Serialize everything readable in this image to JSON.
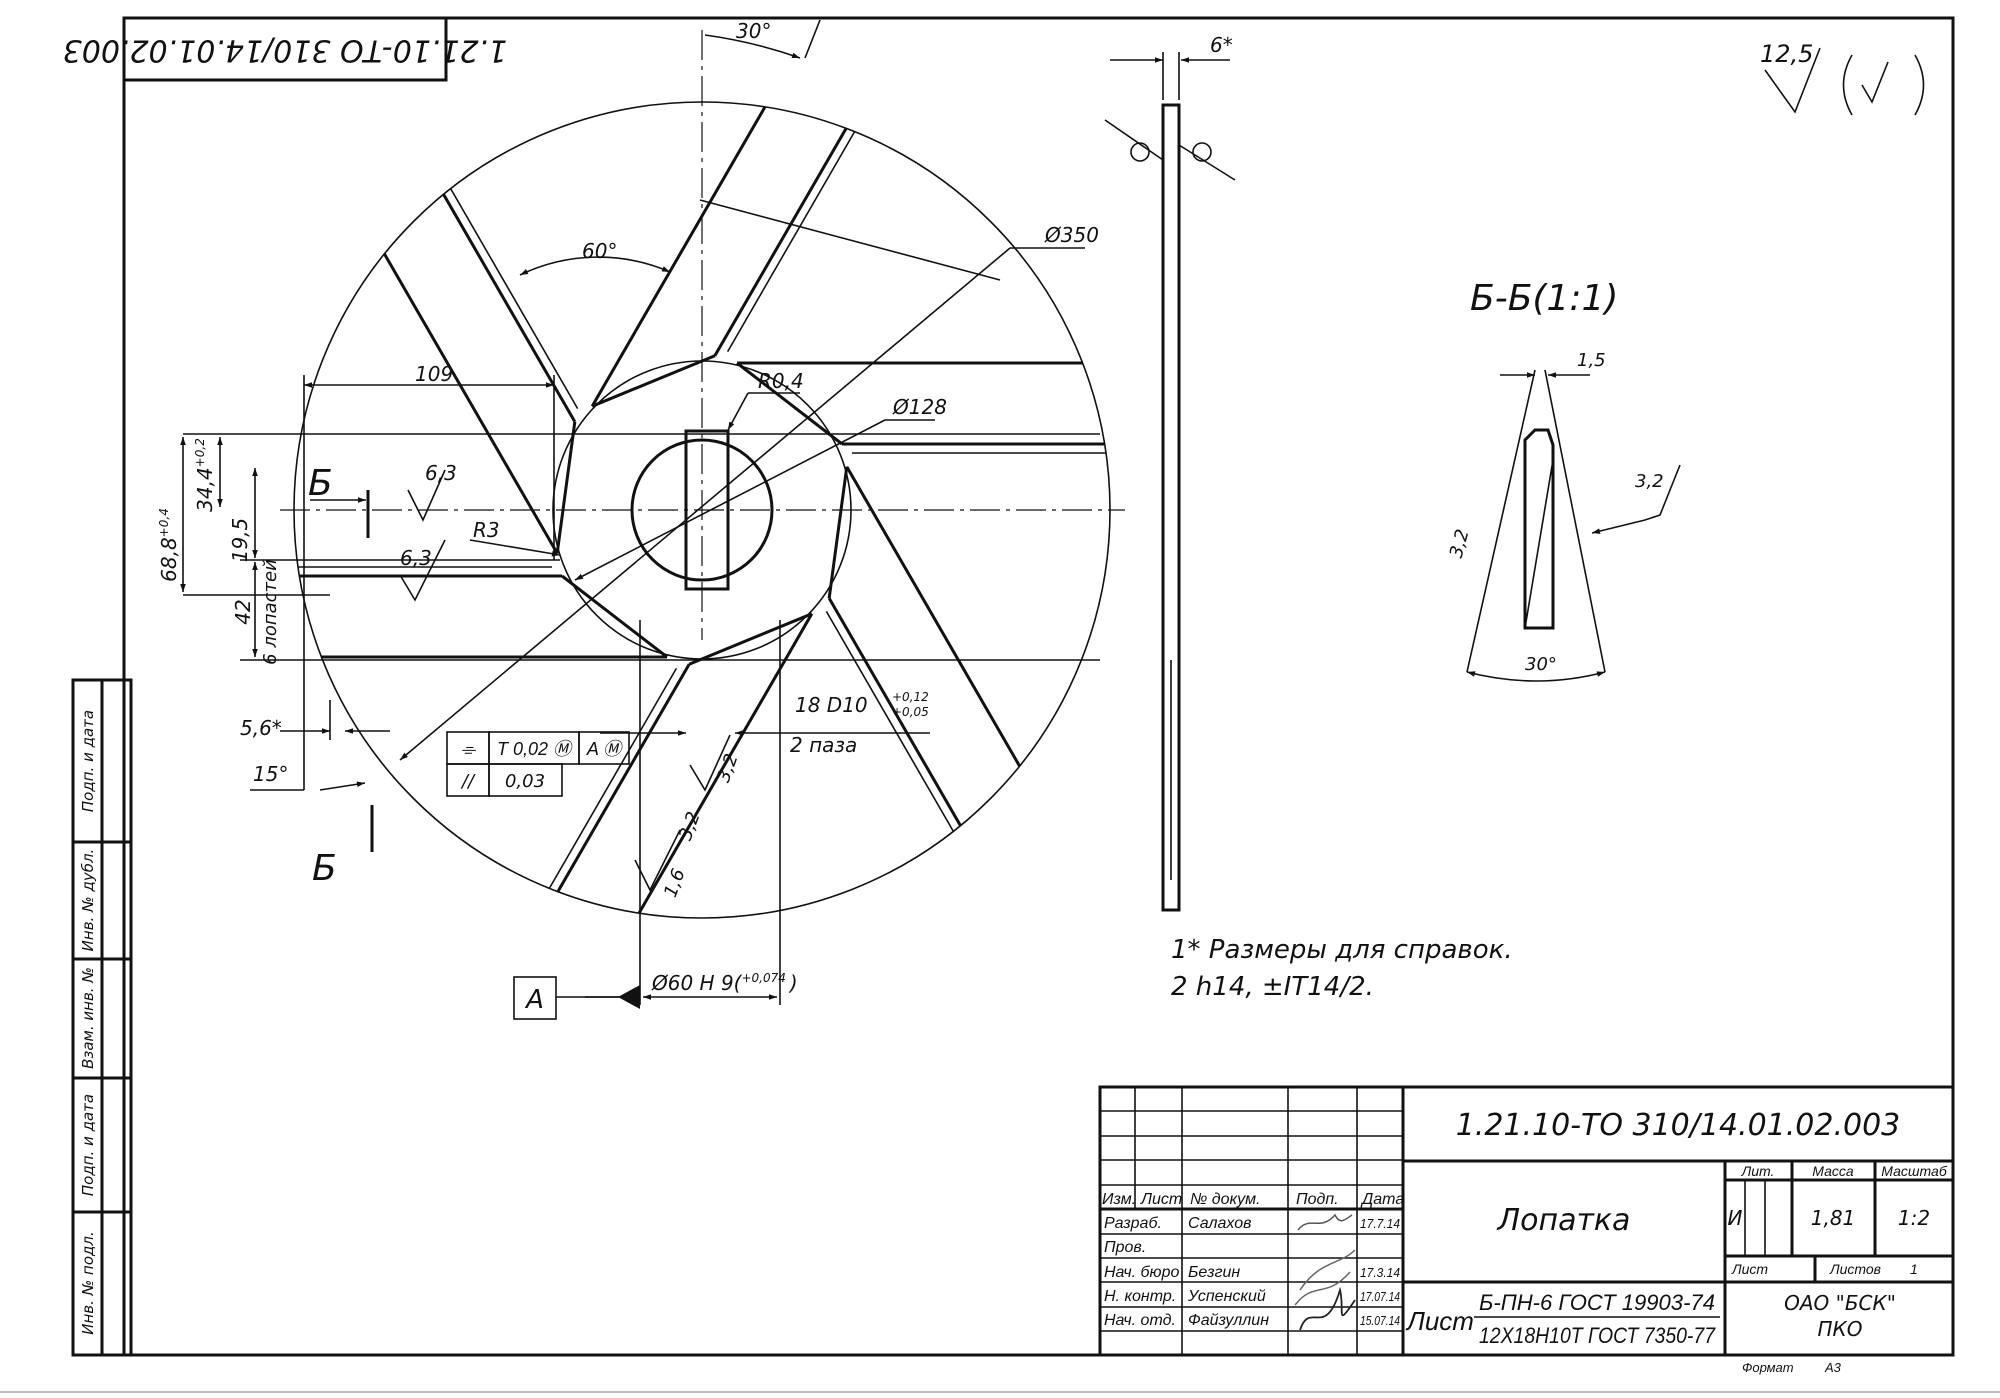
{
  "drawing": {
    "designation": "1.21.10-ТО 310/14.01.02.003",
    "designation_rotated": "1.21.10-ТО 310/14.01.02.003",
    "roughness_general": "12,5",
    "section_title": "Б-Б(1:1)",
    "section_marker": "Б",
    "datum": "A",
    "dims": {
      "angle_top": "30°",
      "thickness_ref": "6*",
      "angle_between": "60°",
      "dia_outer": "Ø350",
      "dia_mid": "Ø128",
      "r04": "R0,4",
      "len109": "109",
      "rough_63_a": "6,3",
      "rough_63_b": "6,3",
      "r3": "R3",
      "h688": "68,8",
      "h688_tol": "+0,4",
      "h344": "34,4",
      "h344_tol": "+0,2",
      "h195": "19,5",
      "w42": "42",
      "blades": "6 лопастей",
      "d56": "5,6*",
      "ang15": "15°",
      "slot": "18  D10",
      "slot_tol_up": "+0,12",
      "slot_tol_low": "+0,05",
      "slot_count": "2 паза",
      "rough_32_a": "3,2",
      "rough_32_b": "3,2",
      "rough_16": "1,6",
      "bore": "Ø60 H 9(",
      "bore_tol": "+0,074",
      "bore_close": ")",
      "sec_15": "1,5",
      "sec_32_r": "3,2",
      "sec_32_l": "3,2",
      "sec_30": "30°"
    },
    "fcf": {
      "sym1": "⌯",
      "val1": "T 0,02 Ⓜ",
      "ref1": "A Ⓜ",
      "sym2": "//",
      "val2": "0,03"
    },
    "notes": [
      "1* Размеры для справок.",
      "2  h14, ±IT14/2."
    ]
  },
  "side_stamp": [
    "Подп. и дата",
    "Инв. № дубл.",
    "Взам. инв. №",
    "Подп. и дата",
    "Инв. № подл."
  ],
  "title_block": {
    "designation": "1.21.10-ТО 310/14.01.02.003",
    "name": "Лопатка",
    "headers": {
      "izm": "Изм.",
      "list": "Лист",
      "doc": "№ докум.",
      "sign": "Подп.",
      "date": "Дата"
    },
    "roles": [
      {
        "role": "Разраб.",
        "name": "Салахов",
        "date": "17.7.14"
      },
      {
        "role": "Пров.",
        "name": "",
        "date": ""
      },
      {
        "role": "Нач. бюро",
        "name": "Безгин",
        "date": "17.3.14"
      },
      {
        "role": "Н. контр.",
        "name": "Успенский",
        "date": "17.07.14"
      },
      {
        "role": "Нач. отд.",
        "name": "Файзуллин",
        "date": "15.07.14"
      }
    ],
    "lit_label": "Лит.",
    "mass_label": "Масса",
    "scale_label": "Масштаб",
    "lit_value": "И",
    "mass_value": "1,81",
    "scale_value": "1:2",
    "sheet_label": "Лист",
    "sheets_label": "Листов",
    "sheets_value": "1",
    "material_prefix": "Лист",
    "material_top": "Б-ПН-6 ГОСТ 19903-74",
    "material_bottom": "12Х18Н10Т ГОСТ 7350-77",
    "org_line1": "ОАО \"БСК\"",
    "org_line2": "ПКО",
    "format_label": "Формат",
    "format_value": "А3"
  }
}
